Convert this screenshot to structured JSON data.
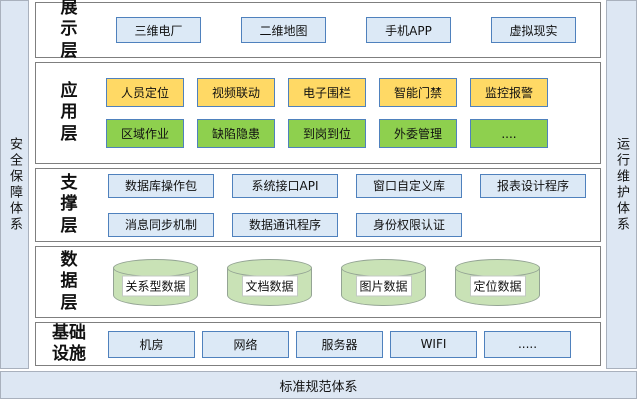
{
  "frame": {
    "left_sidebar_label": "安全保障体系",
    "right_sidebar_label": "运行维护体系",
    "bottom_bar_label": "标准规范体系"
  },
  "layers": {
    "presentation": {
      "label": "展示层",
      "boxes": [
        "三维电厂",
        "二维地图",
        "手机APP",
        "虚拟现实"
      ]
    },
    "application": {
      "label": "应用层",
      "row1": [
        "人员定位",
        "视频联动",
        "电子围栏",
        "智能门禁",
        "监控报警"
      ],
      "row2": [
        "区域作业",
        "缺陷隐患",
        "到岗到位",
        "外委管理",
        "...."
      ]
    },
    "support": {
      "label": "支撑层",
      "row1": [
        "数据库操作包",
        "系统接口API",
        "窗口自定义库",
        "报表设计程序"
      ],
      "row2": [
        "消息同步机制",
        "数据通讯程序",
        "身份权限认证"
      ]
    },
    "data": {
      "label": "数据层",
      "cylinders": [
        "关系型数据",
        "文档数据",
        "图片数据",
        "定位数据"
      ]
    },
    "infrastructure": {
      "label": "基础设施",
      "boxes": [
        "机房",
        "网络",
        "服务器",
        "WIFI",
        "....."
      ]
    }
  },
  "colors": {
    "box_blue_fill": "#dce9f6",
    "box_yellow_fill": "#ffd965",
    "box_green_fill": "#8ed04e",
    "box_border": "#4f81bd",
    "cylinder_fill": "#c9e2b6",
    "cylinder_border": "#94a494",
    "sidebar_fill": "#dde7f3",
    "layer_border": "#7f7f7f"
  }
}
